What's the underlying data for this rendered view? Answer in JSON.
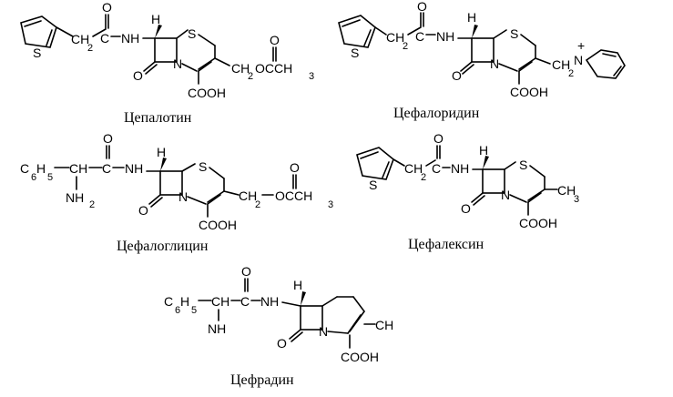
{
  "labels": {
    "a": "Цепалотин",
    "b": "Цефалоридин",
    "c": "Цефалоглицин",
    "d": "Цефалексин",
    "e": "Цефрадин"
  },
  "atoms": {
    "S": "S",
    "N": "N",
    "NH": "NH",
    "O": "O",
    "H": "H",
    "C": "C",
    "CH": "CH",
    "COOH": "COOH",
    "CH2": "CH",
    "OCCH": "OCCH",
    "NH2": "NH",
    "sub2": "2",
    "sub3": "3",
    "sub5": "5",
    "sub6": "6",
    "plus": "+"
  }
}
